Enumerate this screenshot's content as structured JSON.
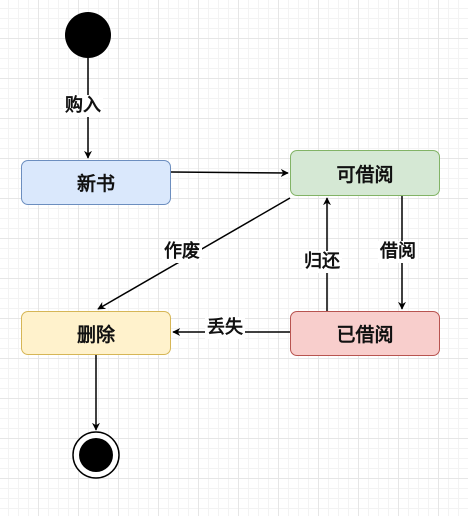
{
  "states": {
    "new_book": "新书",
    "available": "可借阅",
    "borrowed": "已借阅",
    "deleted": "删除"
  },
  "transitions": {
    "buy": "购入",
    "scrap": "作废",
    "return": "归还",
    "borrow": "借阅",
    "lose": "丢失"
  }
}
